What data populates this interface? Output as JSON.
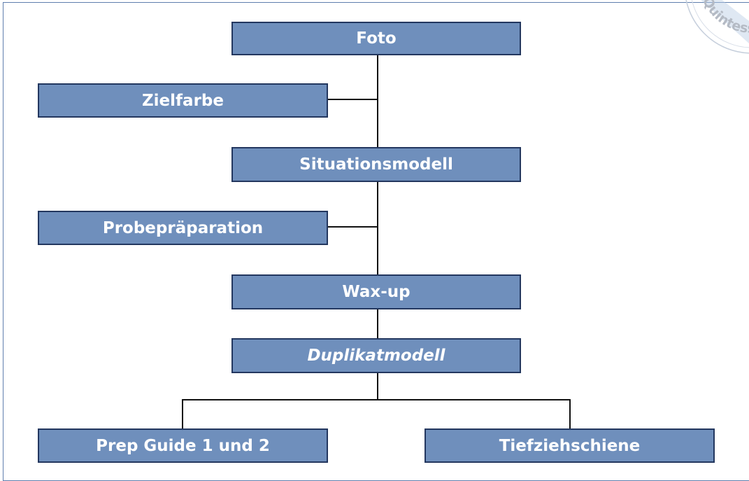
{
  "nodes": {
    "foto": "Foto",
    "zielfarbe": "Zielfarbe",
    "situationsmodell": "Situationsmodell",
    "probepraeparation": "Probepräparation",
    "waxup": "Wax-up",
    "duplikatmodell": "Duplikatmodell",
    "prep_guide": "Prep Guide 1 und 2",
    "tiefziehschiene": "Tiefziehschiene"
  },
  "watermark": {
    "text": "Quintessenz"
  }
}
